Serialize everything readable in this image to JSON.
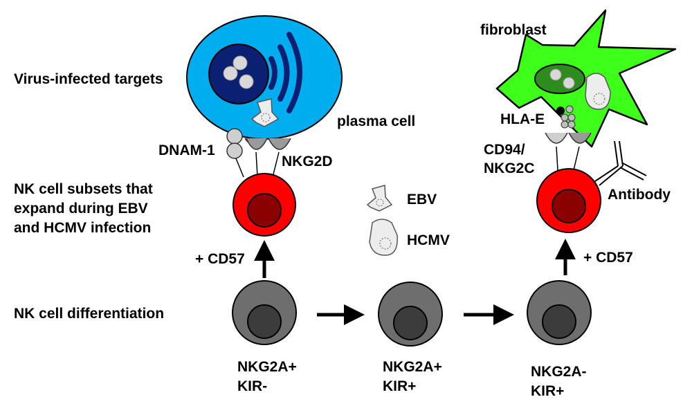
{
  "labels": {
    "virus_targets": "Virus-infected targets",
    "plasma_cell": "plasma cell",
    "fibroblast": "fibroblast",
    "dnam1": "DNAM-1",
    "nkg2d": "NKG2D",
    "hla_e": "HLA-E",
    "cd94": "CD94/",
    "nkg2c": "NKG2C",
    "antibody": "Antibody",
    "subsets_line1": "NK cell subsets that",
    "subsets_line2": "expand during EBV",
    "subsets_line3": "and HCMV infection",
    "cd57_left": "+ CD57",
    "cd57_right": "+ CD57",
    "ebv": "EBV",
    "hcmv": "HCMV",
    "differentiation": "NK cell differentiation",
    "stage1_line1": "NKG2A+",
    "stage1_line2": "KIR-",
    "stage2_line1": "NKG2A+",
    "stage2_line2": "KIR+",
    "stage3_line1": "NKG2A-",
    "stage3_line2": "KIR+"
  },
  "colors": {
    "target_cell": "#00AEEF",
    "target_nucleus": "#0B1F73",
    "fibroblast": "#3DFF1A",
    "fibroblast_nucleus": "#2E8B1E",
    "nk_active": "#FF0000",
    "nk_active_nucleus": "#8B0000",
    "nk_resting": "#6E6E6E",
    "nk_resting_nucleus": "#3C3C3C",
    "virus_fill": "#EDEDED"
  },
  "icons": [
    "ebv-virus-icon",
    "hcmv-virus-icon",
    "signal-waves-icon"
  ]
}
